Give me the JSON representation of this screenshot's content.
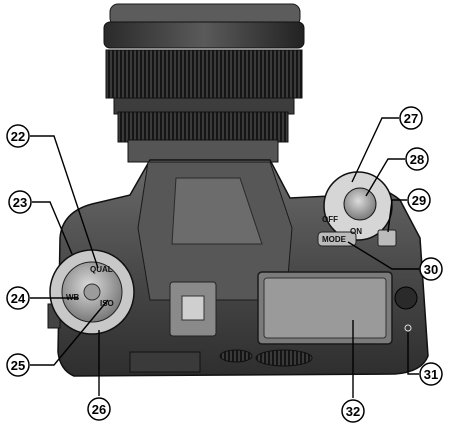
{
  "callouts": [
    {
      "id": "22"
    },
    {
      "id": "23"
    },
    {
      "id": "24"
    },
    {
      "id": "25"
    },
    {
      "id": "26"
    },
    {
      "id": "27"
    },
    {
      "id": "28"
    },
    {
      "id": "29"
    },
    {
      "id": "30"
    },
    {
      "id": "31"
    },
    {
      "id": "32"
    }
  ],
  "dial_labels": {
    "qual": "QUAL",
    "wb": "WB",
    "iso": "ISO",
    "mode": "MODE",
    "off": "OFF",
    "on": "ON"
  }
}
